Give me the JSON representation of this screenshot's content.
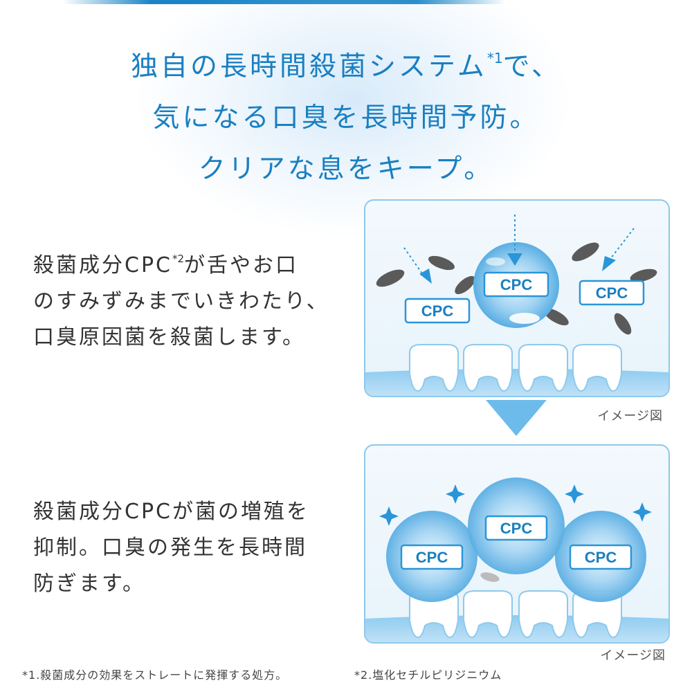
{
  "headline": {
    "line1": "独自の長時間殺菌システム",
    "line1_sup": "*1",
    "line1_tail": "で、",
    "line2": "気になる口臭を長時間予防。",
    "line3": "クリアな息をキープ。"
  },
  "section1": {
    "line1": "殺菌成分CPC",
    "line1_sup": "*2",
    "line1_tail": "が舌やお口",
    "line2": "のすみずみまでいきわたり、",
    "line3": "口臭原因菌を殺菌します。",
    "caption": "イメージ図",
    "badge_label": "CPC"
  },
  "section2": {
    "line1": "殺菌成分CPCが菌の増殖を",
    "line2": "抑制。口臭の発生を長時間",
    "line3": "防ぎます。",
    "caption": "イメージ図",
    "badge_label": "CPC"
  },
  "footnotes": {
    "note1": "*1.殺菌成分の効果をストレートに発揮する処方。",
    "note2": "*2.塩化セチルピリジニウム"
  },
  "colors": {
    "accent": "#1a7fc1",
    "panel_border": "#8dc8ec",
    "arrow": "#6cbbeb",
    "text": "#333333",
    "bacteria": "#555555"
  }
}
